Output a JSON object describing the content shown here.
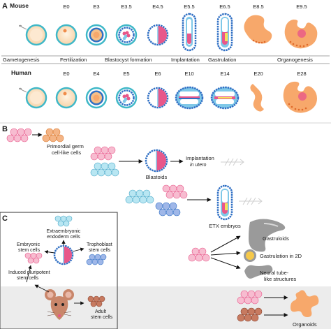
{
  "panel_a": {
    "letter": "A",
    "mouse": {
      "species": "Mouse",
      "stages": [
        "E0",
        "E3",
        "E3.5",
        "E4.5",
        "E5.5",
        "E6.5",
        "E8.5",
        "E9.5"
      ]
    },
    "processes": [
      "Gametogenesis",
      "Fertilization",
      "Blastocyst formation",
      "Implantation",
      "Gastrulation",
      "Organogenesis"
    ],
    "human": {
      "species": "Human",
      "stages": [
        "E0",
        "E4",
        "E5",
        "E6",
        "E10",
        "E14",
        "E20",
        "E28"
      ]
    }
  },
  "panel_b": {
    "letter": "B",
    "pgc_label_1": "Primordial germ",
    "pgc_label_2": "cell-like cells",
    "implantation_label": "Implantation",
    "in_utero_label": "in utero",
    "blastoids_label": "Blastoids",
    "etx_label": "ETX embryos",
    "gastruloids_label": "Gastruloids",
    "gastrulation_2d_label": "Gastrulation in 2D",
    "neural_tube_label_1": "Neural tube-",
    "neural_tube_label_2": "like structures",
    "organoids_label": "Organoids"
  },
  "panel_c": {
    "letter": "C",
    "xen_label_1": "Extraembryonic",
    "xen_label_2": "endoderm cells",
    "esc_label_1": "Embryonic",
    "esc_label_2": "stem cells",
    "tsc_label_1": "Trophoblast",
    "tsc_label_2": "stem cells",
    "ipsc_label_1": "Induced pluripotent",
    "ipsc_label_2": "stem cells",
    "adult_label_1": "Adult",
    "adult_label_2": "stem cells"
  },
  "colors": {
    "zona_teal": "#3fb8c8",
    "embryo_peach": "#fbe3c6",
    "blue_cell": "#2f6fc4",
    "epiblast_pink": "#e8578a",
    "embryo_orange": "#f7a86b",
    "background_gray": "#ececec"
  }
}
